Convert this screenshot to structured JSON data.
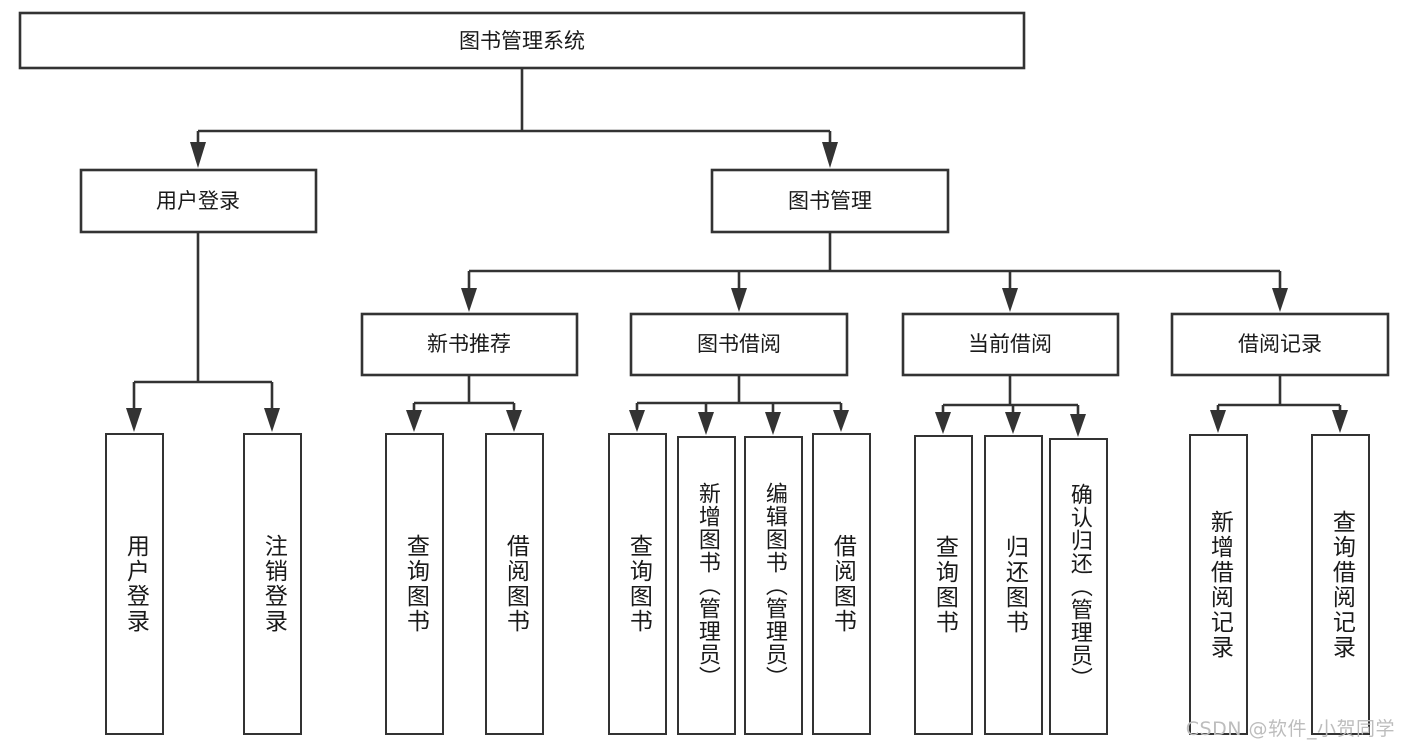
{
  "diagram": {
    "title": "图书管理系统",
    "type": "hierarchy-tree",
    "root": {
      "label": "图书管理系统"
    },
    "level2": [
      {
        "label": "用户登录"
      },
      {
        "label": "图书管理"
      }
    ],
    "level3": [
      {
        "label": "新书推荐"
      },
      {
        "label": "图书借阅"
      },
      {
        "label": "当前借阅"
      },
      {
        "label": "借阅记录"
      }
    ],
    "leaves": {
      "user_login": [
        {
          "label": "用户登录"
        },
        {
          "label": "注销登录"
        }
      ],
      "new_book_recommend": [
        {
          "label": "查询图书"
        },
        {
          "label": "借阅图书"
        }
      ],
      "book_borrow": [
        {
          "label": "查询图书"
        },
        {
          "label": "新增图书（管理员）"
        },
        {
          "label": "编辑图书（管理员）"
        },
        {
          "label": "借阅图书"
        }
      ],
      "current_borrow": [
        {
          "label": "查询图书"
        },
        {
          "label": "归还图书"
        },
        {
          "label": "确认归还（管理员）"
        }
      ],
      "borrow_record": [
        {
          "label": "新增借阅记录"
        },
        {
          "label": "查询借阅记录"
        }
      ]
    }
  },
  "watermark": {
    "text": "CSDN @软件_小贺同学"
  },
  "colors": {
    "stroke": "#333333",
    "text": "#1a1a1a",
    "background": "#ffffff",
    "watermark": "#bdbdbd"
  }
}
